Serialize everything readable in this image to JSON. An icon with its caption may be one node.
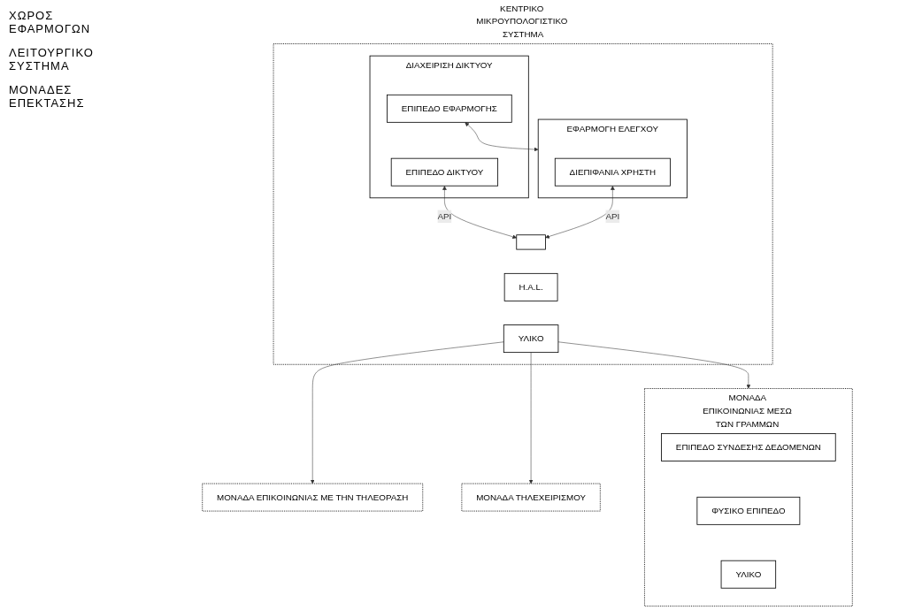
{
  "diagram": {
    "nodes": [
      {
        "text": [
          "ΚΕΝΤΡΙΚΟ ΜΙΚΡΟΥΠΟΛΟΓΙΣΤΙΚΟ ΣΥΣΤΗΜΑ"
        ]
      },
      {
        "text": [
          "ΔΙΑΧΕΙΡΙΣΗ ΔΙΚΤΥΟΥ"
        ],
        "in": 0
      },
      {
        "text": [
          "ΕΠΙΠΕΔΟ ΕΦΑΡΜΟΓΗΣ"
        ],
        "in": 1
      },
      {
        "text": [
          "ΕΠΙΠΕΔΟ ΔΙΚΤΥΟΥ"
        ],
        "in": 1
      },
      {
        "text": [
          "ΕΦΑΡΜΟΓΗ ΕΛΕΓΧΟΥ"
        ],
        "in": 0
      },
      {
        "text": [
          "ΔΙΕΠΙΦΑΝΙΑ ΧΡΗΣΤΗ"
        ],
        "in": 4
      },
      {
        "text": [],
        "shape": "box",
        "in": 0
      },
      {
        "text": [
          "H.A.L."
        ],
        "in": 0
      },
      {
        "text": [
          "ΥΛΙΚΟ"
        ],
        "in": 0
      },
      {
        "text": [
          "ΜΟΝΑΔΑ ΕΠΙΚΟΙΝΩΝΙΑΣ ΜΕΣΩ ΤΩΝ ΓΡΑΜΜΩΝ ΙΣΧΥΟΣ"
        ]
      },
      {
        "text": [
          "ΕΠΙΠΕΔΟ ΣΥΝΔΕΣΗΣ ΔΕΔΟΜΕΝΩΝ"
        ],
        "in": 9
      },
      {
        "text": [
          "ΦΥΣΙΚΟ ΕΠΙΠΕΔΟ"
        ],
        "in": 9
      },
      {
        "text": [
          "ΥΛΙΚΟ"
        ],
        "in": 9
      },
      {
        "text": [
          "ΜΟΝΑΔΑ ΕΠΙΚΟΙΝΩΝΙΑΣ ΜΕ ΤΗΝ ΤΗΛΕΟΡΑΣΗ"
        ]
      },
      {
        "text": [
          "ΜΟΝΑΔΑ ΤΗΛΕΧΕΙΡΙΣΜΟΥ"
        ]
      }
    ],
    "edges": [
      {
        "from": 2,
        "to": 4,
        "arrow": "both"
      },
      {
        "from": 6,
        "to": 3,
        "arrow": "both",
        "label": "API"
      },
      {
        "from": 6,
        "to": 5,
        "arrow": "both",
        "label": "API"
      },
      {
        "from": 8,
        "to": 9,
        "arrow": "to"
      },
      {
        "from": 8,
        "to": 13,
        "arrow": "to"
      },
      {
        "from": 8,
        "to": 14,
        "arrow": "to"
      }
    ],
    "labels": [
      "ΧΩΡΟΣ ΕΦΑΡΜΟΓΩΝ",
      "ΛΕΙΤΟΥΡΓΙΚΟ ΣΥΣΤΗΜΑ",
      "ΜΟΝΑΔΕΣ ΕΠΕΚΤΑΣΗΣ"
    ]
  }
}
